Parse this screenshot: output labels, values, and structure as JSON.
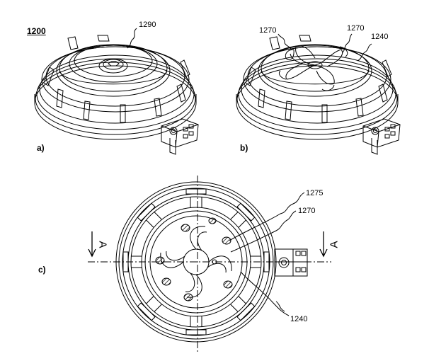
{
  "figure": {
    "id": "1200"
  },
  "panels": {
    "a": "a)",
    "b": "b)",
    "c": "c)"
  },
  "refs": {
    "r1290": "1290",
    "r1270_left": "1270",
    "r1270_right": "1270",
    "r1240_b": "1240",
    "r1275": "1275",
    "r1270_c": "1270",
    "r1240_c": "1240"
  },
  "section_marks": {
    "left": "A",
    "right": "A"
  },
  "colors": {
    "line": "#000000",
    "background": "#ffffff"
  }
}
